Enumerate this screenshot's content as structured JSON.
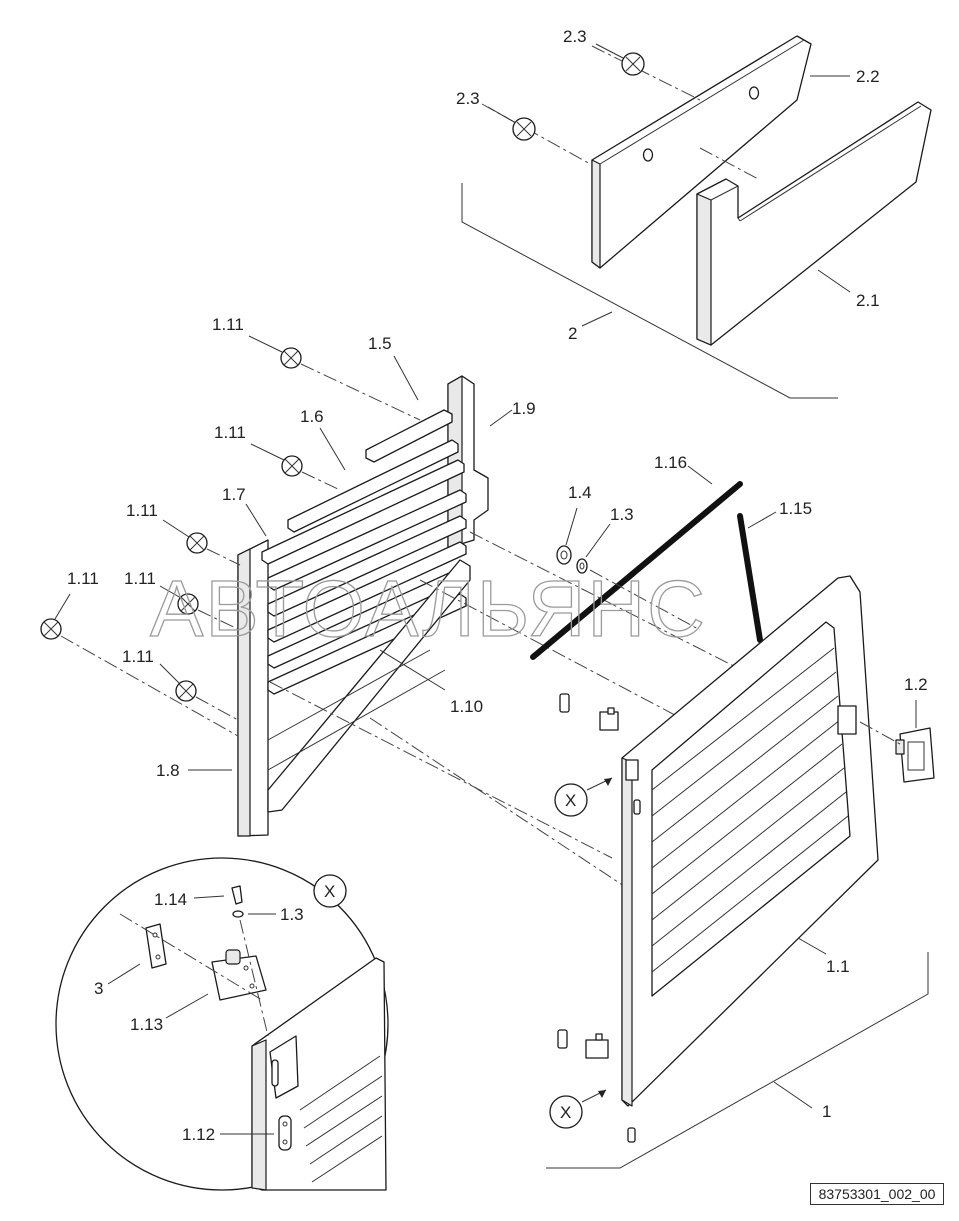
{
  "watermark": "АВТОАЛЬЯНС",
  "drawing_number": "83753301_002_00",
  "callouts": {
    "c2_3a": "2.3",
    "c2_3b": "2.3",
    "c2_2": "2.2",
    "c2_1": "2.1",
    "c2": "2",
    "c1_11a": "1.11",
    "c1_11b": "1.11",
    "c1_11c": "1.11",
    "c1_11d": "1.11",
    "c1_11e": "1.11",
    "c1_11f": "1.11",
    "c1_5": "1.5",
    "c1_6": "1.6",
    "c1_7": "1.7",
    "c1_9": "1.9",
    "c1_10": "1.10",
    "c1_8": "1.8",
    "c1_16": "1.16",
    "c1_15": "1.15",
    "c1_4": "1.4",
    "c1_3a": "1.3",
    "c1_3b": "1.3",
    "c1_2": "1.2",
    "c1_1": "1.1",
    "c1": "1",
    "c1_14": "1.14",
    "c3": "3",
    "c1_13": "1.13",
    "c1_12": "1.12",
    "detail_x_a": "X",
    "detail_x_b": "X",
    "detail_x_c": "X"
  }
}
